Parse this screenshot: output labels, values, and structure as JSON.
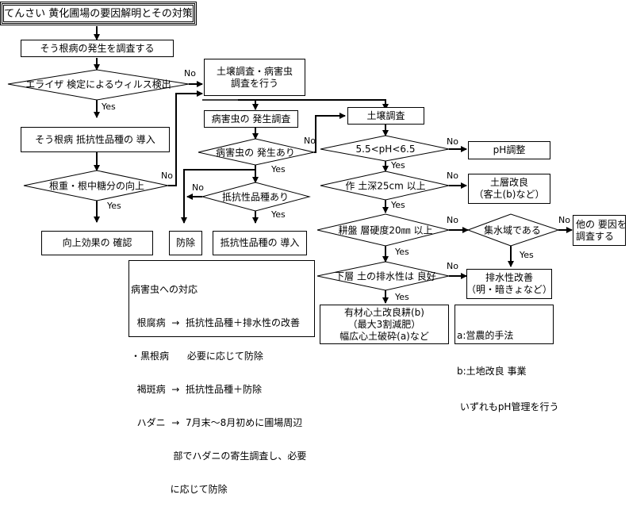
{
  "title": "てんさい 黄化圃場の要因解明とその対策",
  "labels": {
    "yes": "Yes",
    "no": "No"
  },
  "nodes": {
    "survey_root_rot": "そう根病の発生を調査する",
    "elisa_test": "エライザ 検定によるウィルス検出",
    "resistant_variety_rhizomania": "そう根病 抵抗性品種の 導入",
    "root_weight_sugar": "根重・根中糖分の向上",
    "confirm_effect": "向上効果の 確認",
    "soil_pest_survey": [
      "土壌調査・病害虫",
      "調査を行う"
    ],
    "pest_occurrence_survey": "病害虫の 発生調査",
    "pest_occurred": "病害虫の 発生あり",
    "resistant_variety_exists": "抵抗性品種あり",
    "control": "防除",
    "introduce_resistant": "抵抗性品種の 導入",
    "soil_survey": "土壌調査",
    "ph_range": "5.5<pH<6.5",
    "ph_adjust": "pH調整",
    "topsoil_depth": "作 土深25cm 以上",
    "soil_layer_improve": [
      "土層改良",
      "（客土(b)など）"
    ],
    "hardpan_hardness": "耕盤 層硬度20㎜ 以上",
    "catchment_area": "集水域である",
    "investigate_other": [
      "他の 要因を",
      "調査する"
    ],
    "subsoil_drainage": "下層 土の排水性は 良好",
    "drainage_improve": [
      "排水性改善",
      "（明・暗きょなど）"
    ],
    "subsoil_plow": [
      "有材心土改良耕(b)",
      "（最大3割減肥）",
      "幅広心土破砕(a)など"
    ]
  },
  "pest_note": {
    "heading": "病害虫への対応",
    "lines": [
      "  根腐病  →  抵抗性品種＋排水性の改善",
      "・黒根病      必要に応じて防除",
      "  褐斑病  →  抵抗性品種＋防除",
      "  ハダニ  →  7月末～8月初めに圃場周辺",
      "              部でハダニの寄生調査し、必要",
      "             に応じて防除"
    ]
  },
  "legend_note": {
    "lines": [
      "a:営農的手法",
      "b:土地改良 事業",
      " いずれもpH管理を行う"
    ]
  }
}
